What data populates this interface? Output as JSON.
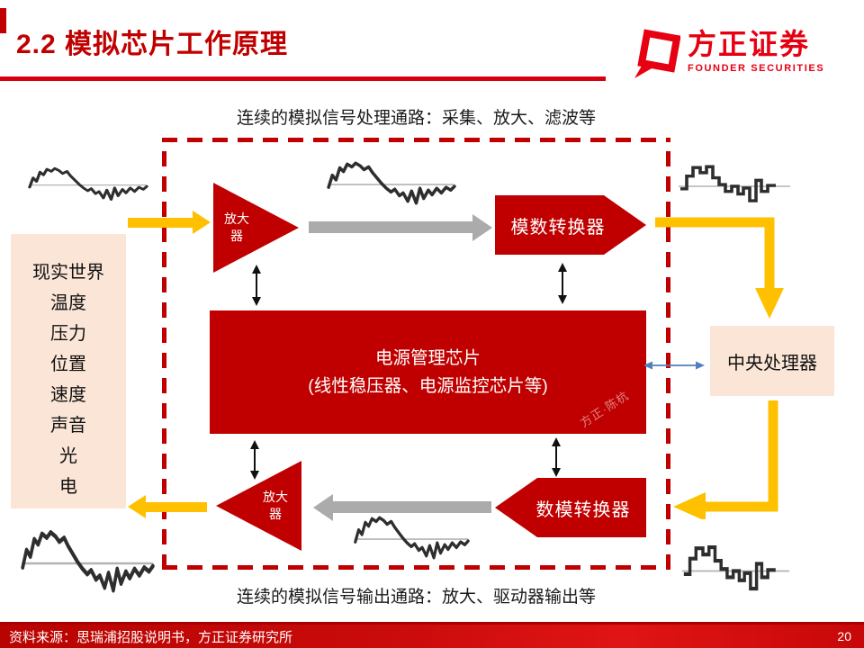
{
  "header": {
    "title": "2.2 模拟芯片工作原理",
    "logo_zh": "方正证券",
    "logo_en": "FOUNDER SECURITIES"
  },
  "captions": {
    "top": "连续的模拟信号处理通路：采集、放大、滤波等",
    "bottom": "连续的模拟信号输出通路：放大、驱动器输出等"
  },
  "diagram": {
    "real_world": {
      "title": "现实世界",
      "items": [
        "温度",
        "压力",
        "位置",
        "速度",
        "声音",
        "光",
        "电"
      ]
    },
    "amplifier": "放大器",
    "adc": "模数转换器",
    "pmic": {
      "line1": "电源管理芯片",
      "line2": "(线性稳压器、电源监控芯片等)"
    },
    "cpu": "中央处理器",
    "dac": "数模转换器",
    "watermark": "方正·陈杭"
  },
  "footer": {
    "source": "资料来源：思瑞浦招股说明书，方正证券研究所",
    "page": "20"
  },
  "icons": {
    "analog_waveform": "analog-waveform",
    "digital_waveform": "digital-waveform",
    "founder_cube": "founder-logo-cube"
  },
  "colors": {
    "accent_red": "#C00000",
    "logo_red": "#E60012",
    "gold": "#FFC000",
    "beige": "#FBE5D6",
    "gray_arrow": "#ABABAB",
    "blue_arrow": "#4F81BD"
  }
}
